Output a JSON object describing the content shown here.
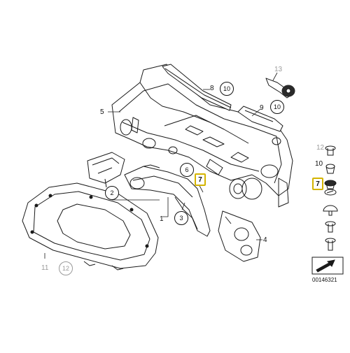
{
  "callouts": {
    "part_1": "1",
    "part_2": "2",
    "part_3": "3",
    "part_4": "4",
    "part_5": "5",
    "part_6": "6",
    "part_7_main": "7",
    "part_7_side": "7",
    "part_8": "8",
    "part_9": "9",
    "part_10_a": "10",
    "part_10_b": "10",
    "part_10_side": "10",
    "part_11": "11",
    "part_12_bottom": "12",
    "part_12_side": "12",
    "part_13": "13"
  },
  "document_number": "00146321",
  "colors": {
    "line": "#1a1a1a",
    "muted": "#9a9a9a",
    "highlight": "#d4b400",
    "fill": "#ffffff"
  },
  "icons": [
    "arrow-icon",
    "clip-icon",
    "plug-icon"
  ]
}
